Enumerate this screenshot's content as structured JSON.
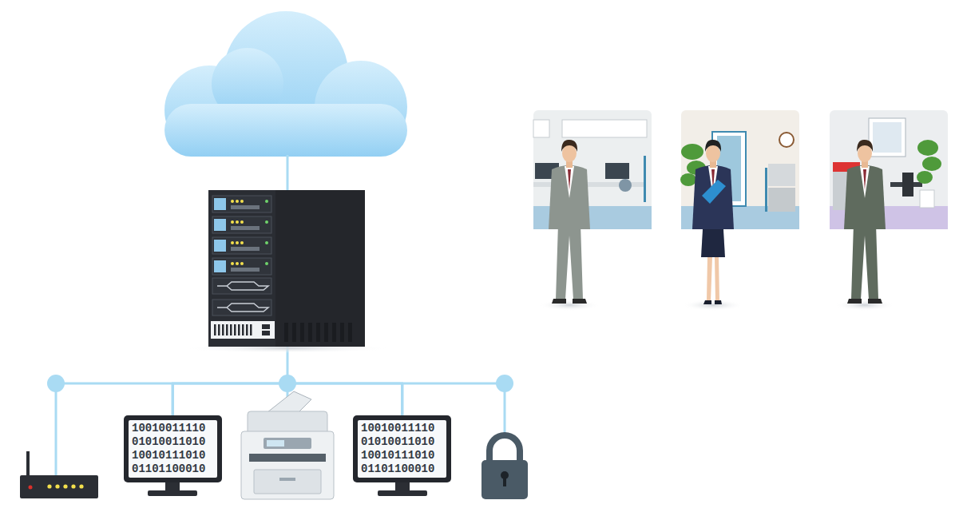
{
  "diagram": {
    "nodes": [
      {
        "text": [
          "10010011110 01010011010 10010111010 01101100010"
        ]
      },
      {
        "text": [
          "10010011110 01010011010 10010111010 01101100010"
        ]
      }
    ],
    "edges": [
      {
        "from": 0,
        "to": 1,
        "arrow": "none"
      }
    ]
  }
}
